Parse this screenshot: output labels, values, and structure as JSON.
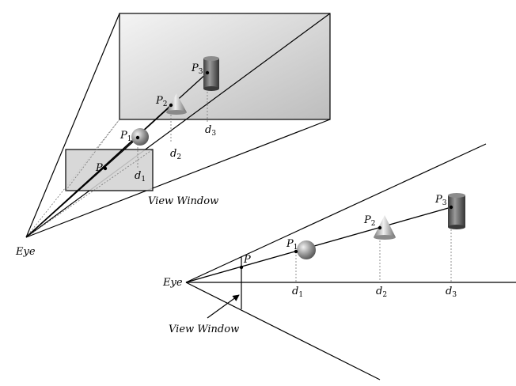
{
  "top_view": {
    "eye_label": "Eye",
    "point_label": "P",
    "p1": {
      "base": "P",
      "sub": "1"
    },
    "p2": {
      "base": "P",
      "sub": "2"
    },
    "p3": {
      "base": "P",
      "sub": "3"
    },
    "d1": {
      "base": "d",
      "sub": "1"
    },
    "d2": {
      "base": "d",
      "sub": "2"
    },
    "d3": {
      "base": "d",
      "sub": "3"
    },
    "window_label": "View Window"
  },
  "side_view": {
    "eye_label": "Eye",
    "point_label": "P",
    "p1": {
      "base": "P",
      "sub": "1"
    },
    "p2": {
      "base": "P",
      "sub": "2"
    },
    "p3": {
      "base": "P",
      "sub": "3"
    },
    "d1": {
      "base": "d",
      "sub": "1"
    },
    "d2": {
      "base": "d",
      "sub": "2"
    },
    "d3": {
      "base": "d",
      "sub": "3"
    },
    "window_label": "View Window"
  },
  "colors": {
    "far_plane_light": "#f4f4f4",
    "far_plane_dark": "#bdbdbd",
    "window_fill": "#d3d3d3",
    "object_dark": "#555555",
    "object_light": "#e6e6e6"
  }
}
